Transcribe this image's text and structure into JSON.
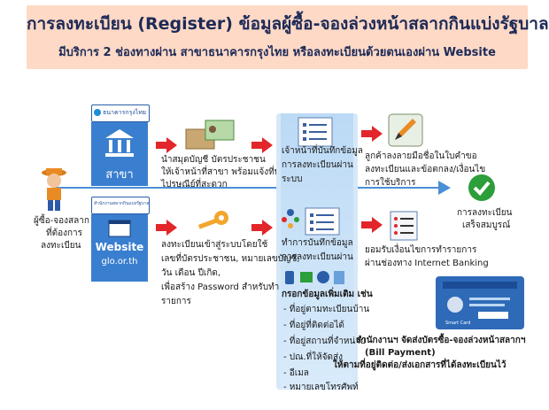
{
  "header": {
    "title": "การลงทะเบียน (Register) ข้อมูลผู้ซื้อ-จองล่วงหน้าสลากกินแบ่งรัฐบาล",
    "subtitle": "มีบริการ 2 ช่องทางผ่าน สาขาธนาคารกรุงไทย หรือลงทะเบียนด้วยตนเองผ่าน Website"
  },
  "user": {
    "label_line1": "ผู้ซื้อ-จองสลาก",
    "label_line2": "ที่ต้องการ",
    "label_line3": "ลงทะเบียน"
  },
  "branch_channel": {
    "logo_text": "ธนาคารกรุงไทย",
    "label": "สาขา",
    "step_line1": "นำสมุดบัญชี บัตรประชาชน",
    "step_line2": "ให้เจ้าหน้าที่สาขา พร้อมแจ้งที่ทำการ",
    "step_line3": "ไปรษณีย์ที่สะดวก",
    "staff_line1": "เจ้าหน้าที่บันทึกข้อมูล",
    "staff_line2": "การลงทะเบียนผ่าน",
    "staff_line3": "ระบบ",
    "sign_line1": "ลูกค้าลงลายมือชื่อในใบคำขอ",
    "sign_line2": "ลงทะเบียนและข้อตกลง/เงื่อนไข",
    "sign_line3": "การใช้บริการ"
  },
  "web_channel": {
    "logo_text": "สำนักงานสลากกินแบ่งรัฐบาล",
    "label": "Website",
    "url": "glo.or.th",
    "step_line1": "ลงทะเบียนเข้าสู่ระบบโดยใช้",
    "step_line2": "เลขที่บัตรประชาชน, หมายเลขบัญชี,",
    "step_line3": "วัน เดือน ปีเกิด,",
    "step_line4": "เพื่อสร้าง Password สำหรับทำ",
    "step_line5": "รายการ",
    "record_line1": "ทำการบันทึกข้อมูล",
    "record_line2": "การลงทะเบียนผ่าน",
    "fill_title": "กรอกข้อมูลเพิ่มเติม เช่น",
    "fill_items": [
      "- ที่อยู่ตามทะเบียนบ้าน",
      "- ที่อยู่ที่ติดต่อได้",
      "- ที่อยู่สถานที่จำหน่าย",
      "- ปณ.ที่ให้จัดส่ง",
      "- อีเมล",
      "- หมายเลขโทรศัพท์"
    ],
    "accept_line1": "ยอมรับเงื่อนไขการทำรายการ",
    "accept_line2": "ผ่านช่องทาง Internet Banking"
  },
  "result": {
    "line1": "การลงทะเบียน",
    "line2": "เสร็จสมบูรณ์"
  },
  "card": {
    "caption": "Smart Card"
  },
  "footer": {
    "line1": "สำนักงานฯ จัดส่งบัตรซื้อ-จองล่วงหน้าสลากฯ",
    "line2": "(Bill Payment)",
    "line3": "ให้ตามที่อยู่ติดต่อ/ส่งเอกสารที่ได้ลงทะเบียนไว้"
  },
  "colors": {
    "title_band": "#fdd9c6",
    "title_text": "#1d2a57",
    "channel_blue": "#3a7fcf",
    "arrow_red": "#e2262a",
    "check_green": "#2c9e3a"
  }
}
